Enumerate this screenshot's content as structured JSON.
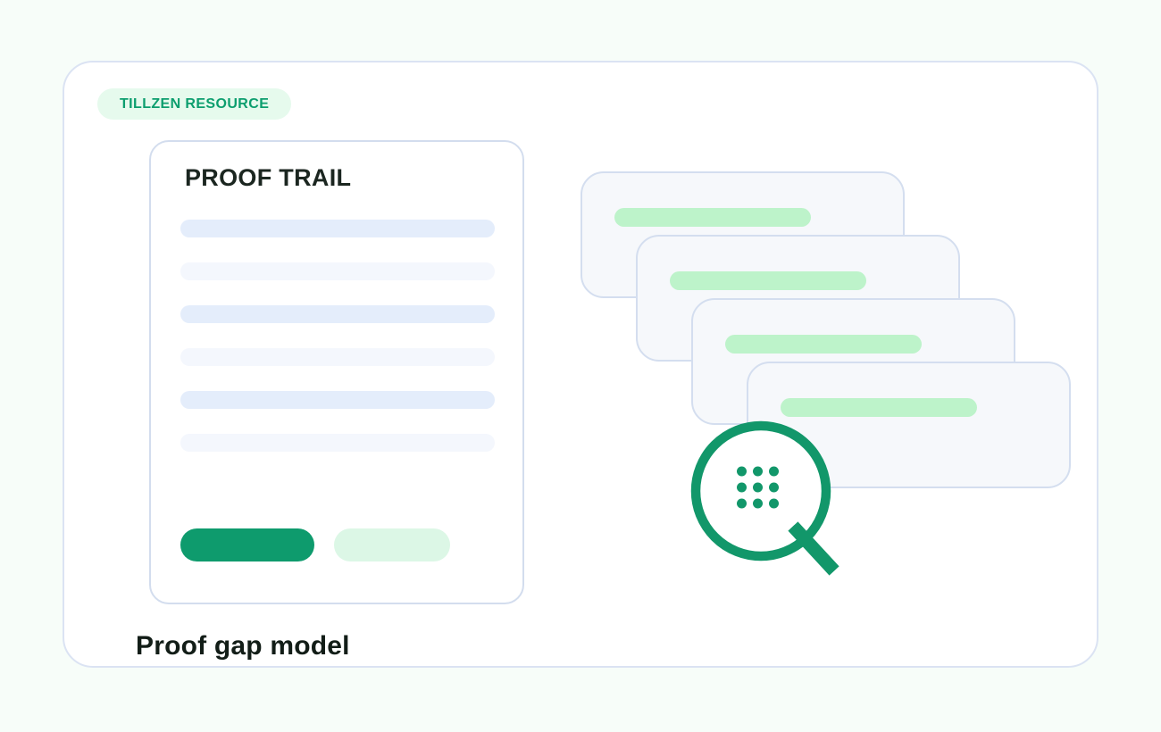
{
  "panel": {
    "badge": {
      "label": "TILLZEN RESOURCE"
    },
    "caption": "Proof gap model"
  },
  "proof_card": {
    "title": "PROOF TRAIL",
    "skeleton_lines": [
      "strong",
      "soft",
      "strong",
      "soft",
      "strong",
      "soft"
    ],
    "buttons": [
      "solid",
      "ghost"
    ]
  },
  "stack": {
    "cards": [
      "doc",
      "doc",
      "doc",
      "doc"
    ]
  },
  "icons": {
    "magnifier": "magnifier-search"
  },
  "colors": {
    "page_bg": "#f7fdf9",
    "panel_bg": "#ffffff",
    "panel_border": "#dbe3f3",
    "accent_green": "#0e9b6d",
    "light_green_bar": "#bdf3ca",
    "pale_green_pill": "#dcf7e6",
    "badge_bg": "#e6faed",
    "badge_text": "#0c9e6e",
    "skeleton_strong": "#e4edfb",
    "skeleton_soft": "#f4f7fd",
    "card_border": "#d3ddee",
    "stack_card_bg": "#f6f8fb",
    "heading_text": "#1b2620"
  }
}
